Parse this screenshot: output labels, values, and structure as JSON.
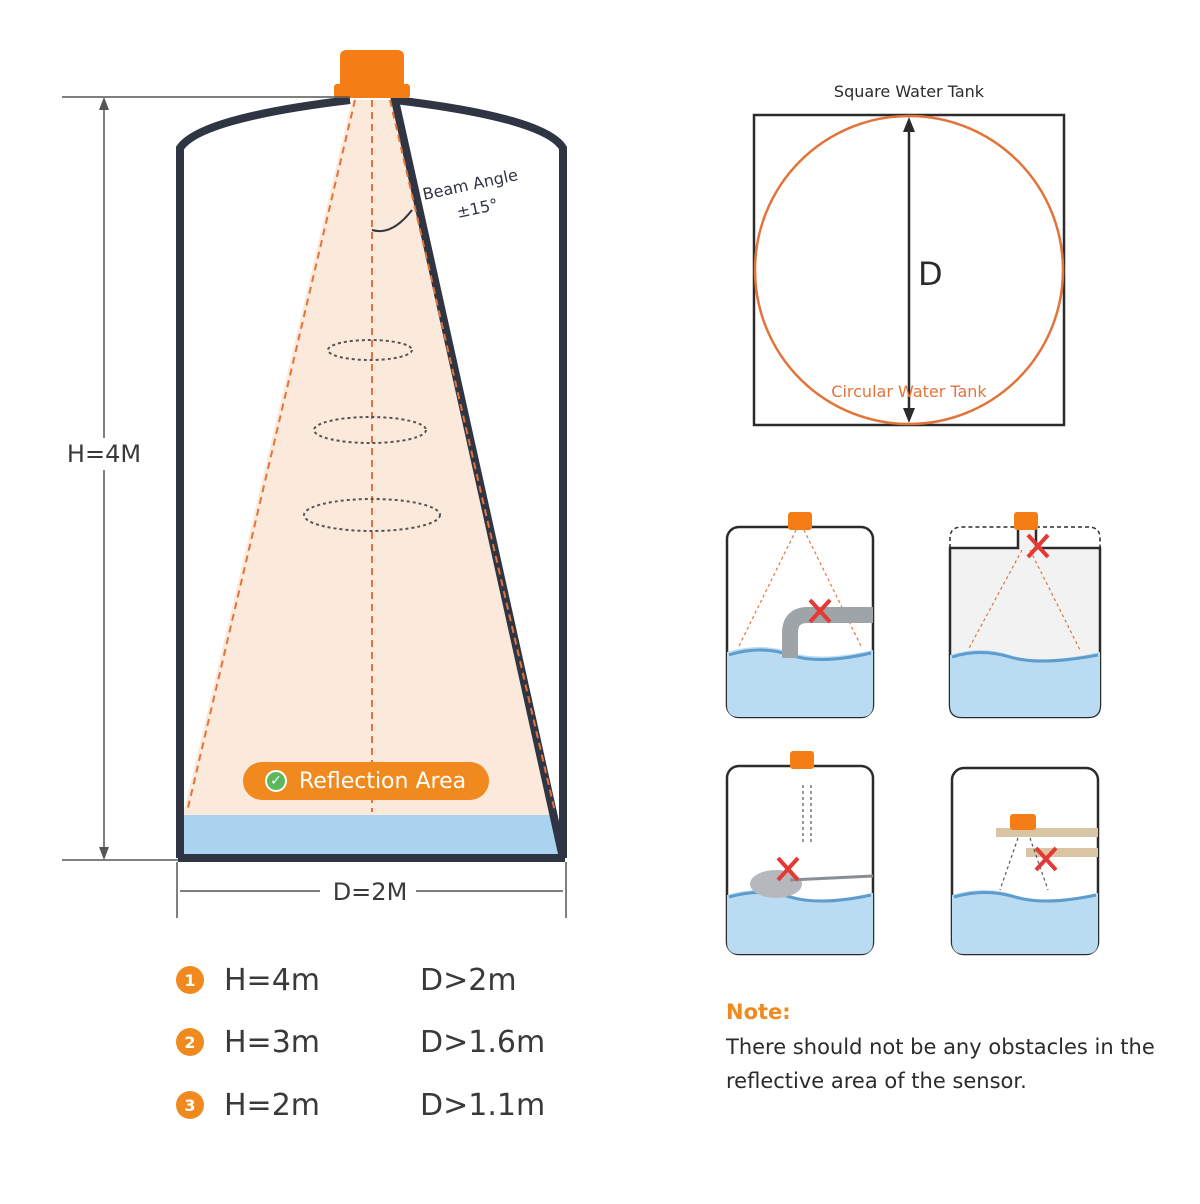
{
  "main_tank": {
    "height_label": "H=4M",
    "diameter_label": "D=2M",
    "beam_angle_line1": "Beam Angle",
    "beam_angle_line2": "±15°",
    "reflection_area_label": "Reflection Area"
  },
  "specs": [
    {
      "num": "1",
      "h": "H=4m",
      "d": "D>2m"
    },
    {
      "num": "2",
      "h": "H=3m",
      "d": "D>1.6m"
    },
    {
      "num": "3",
      "h": "H=2m",
      "d": "D>1.1m"
    }
  ],
  "tank_shapes": {
    "square_label": "Square Water Tank",
    "circular_label": "Circular Water Tank",
    "diameter_label": "D"
  },
  "note": {
    "title": "Note:",
    "body": "There should not be any obstacles in the reflective area of the sensor."
  },
  "colors": {
    "accent": "#f08a1e",
    "tank_outline": "#2f3542",
    "beam_fill": "#fbe9dc",
    "water": "#a9d3ee",
    "obstacle_x": "#e53935"
  }
}
